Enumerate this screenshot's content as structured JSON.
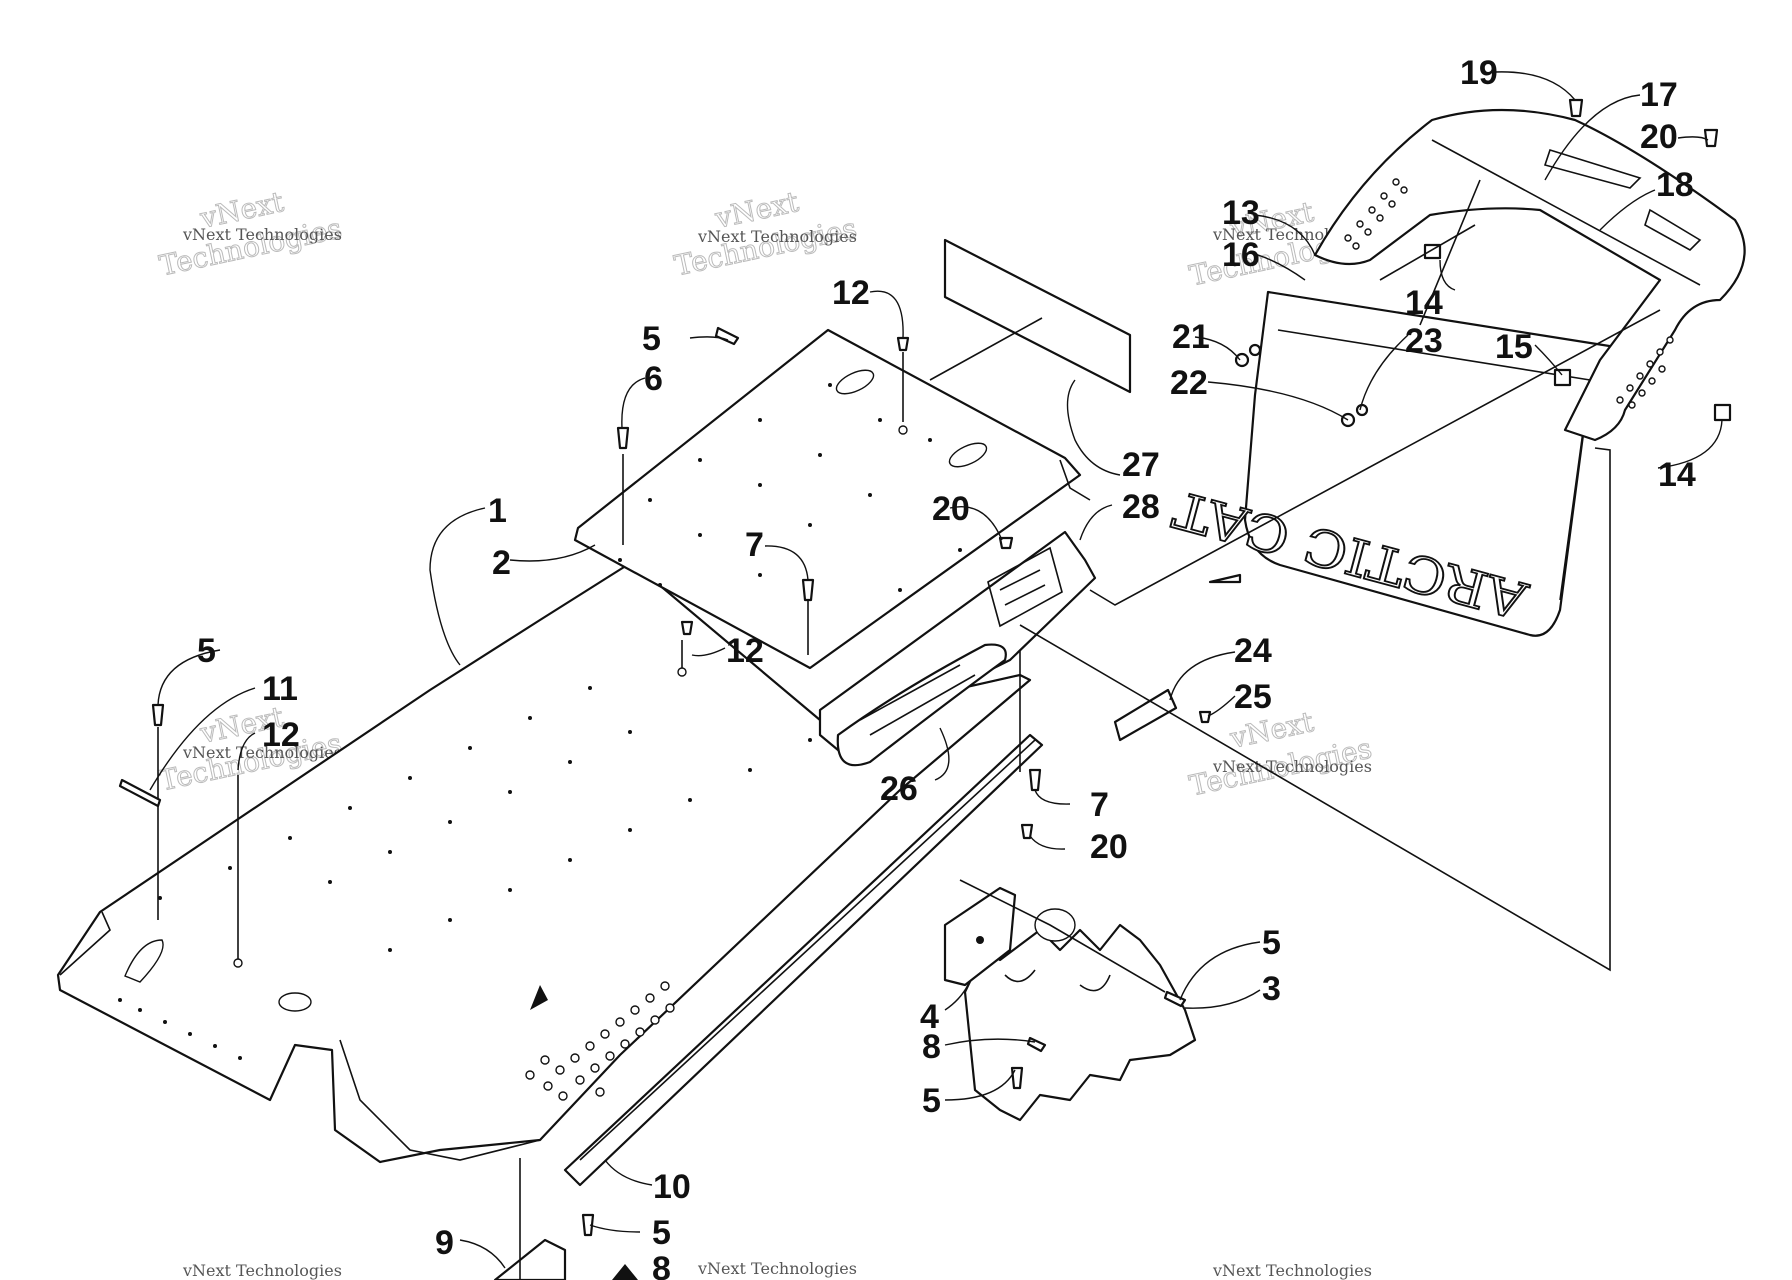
{
  "diagram": {
    "callouts": [
      "1",
      "2",
      "3",
      "4",
      "5",
      "6",
      "7",
      "8",
      "9",
      "10",
      "11",
      "12",
      "13",
      "14",
      "15",
      "16",
      "17",
      "18",
      "19",
      "20",
      "21",
      "22",
      "23",
      "24",
      "25",
      "26",
      "27",
      "28"
    ],
    "flap_lettering": "ARCTIC CAT",
    "watermark": {
      "line1": "vNext Technologies",
      "line2": "vNext",
      "line3": "Technologies"
    }
  }
}
